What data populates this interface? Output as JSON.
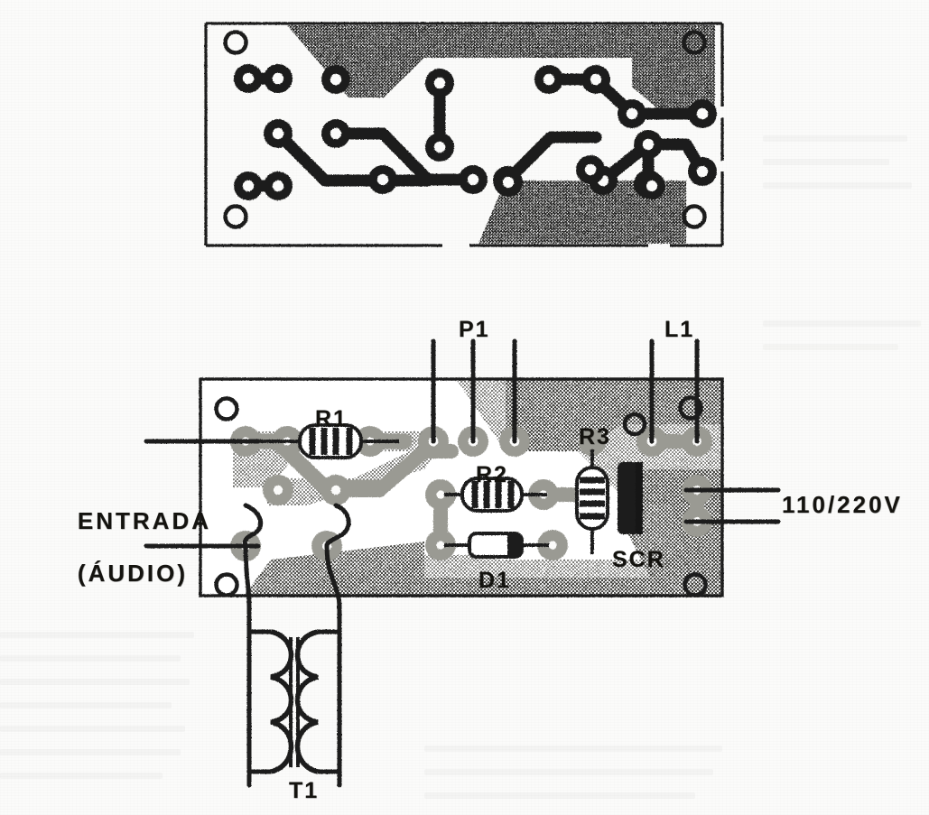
{
  "figure": {
    "kind": "pcb-layout-and-component-placement",
    "description": "Scanned electronics magazine figure: copper-side PCB artwork above, component placement drawing below",
    "ink_color": "#1a1a18",
    "copper_color": "#2a2a27",
    "board_fill_color": "#9a9a95",
    "paper_color": "#fbfbfa"
  },
  "boards": {
    "copper_artwork": {
      "name": "copper-side-pcb-artwork",
      "mounting_holes": 4
    },
    "placement": {
      "name": "component-placement-drawing",
      "mounting_holes": 4
    }
  },
  "labels": {
    "input": {
      "line1": "ENTRADA",
      "line2": "(ÁUDIO)"
    },
    "output": "110/220V",
    "p1": "P1",
    "l1": "L1",
    "r1": "R1",
    "r2": "R2",
    "r3": "R3",
    "d1": "D1",
    "scr": "SCR",
    "t1": "T1"
  },
  "components": [
    {
      "ref": "R1",
      "type": "resistor",
      "orientation": "horizontal"
    },
    {
      "ref": "R2",
      "type": "resistor",
      "orientation": "horizontal"
    },
    {
      "ref": "R3",
      "type": "resistor",
      "orientation": "vertical"
    },
    {
      "ref": "D1",
      "type": "diode",
      "orientation": "horizontal"
    },
    {
      "ref": "SCR",
      "type": "thyristor",
      "orientation": "vertical"
    },
    {
      "ref": "P1",
      "type": "potentiometer",
      "leads": 3
    },
    {
      "ref": "L1",
      "type": "lamp",
      "leads": 2
    },
    {
      "ref": "T1",
      "type": "transformer",
      "windings": 2
    }
  ],
  "terminals": {
    "input_leads": 2,
    "output_leads": 2
  }
}
